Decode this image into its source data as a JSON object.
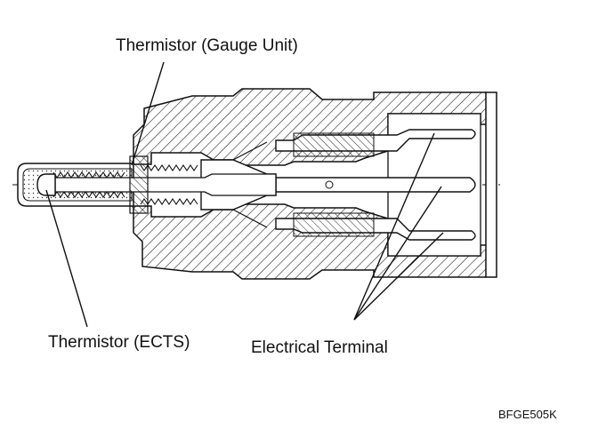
{
  "diagram": {
    "labels": {
      "gauge_unit": "Thermistor (Gauge Unit)",
      "ects": "Thermistor (ECTS)",
      "electrical_terminal": "Electrical Terminal",
      "figure_code": "BFGE505K"
    },
    "colors": {
      "ink": "#111111",
      "background": "#ffffff"
    }
  }
}
